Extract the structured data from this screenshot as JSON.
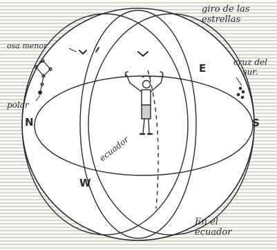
{
  "labels": {
    "star_rotation": [
      "giro de las",
      "estrellas"
    ],
    "osa_menor": "osa menor",
    "cruz_del_sur": [
      "cruz del",
      "sur."
    ],
    "polar": "polar",
    "ecuador": "ecuador",
    "en_el_ecuador": [
      "En el",
      "ecuador"
    ],
    "north": "N",
    "south": "S",
    "east": "E",
    "west": "W"
  },
  "colors": {
    "ink": "#2a2a2a",
    "background": "#fbfbf8",
    "sphere_fill": "#ffffff",
    "hatching": "#9a9a9a"
  },
  "icons": [
    "person-figure-icon",
    "ursa-minor-constellation-icon",
    "southern-cross-constellation-icon",
    "bird-icon"
  ]
}
